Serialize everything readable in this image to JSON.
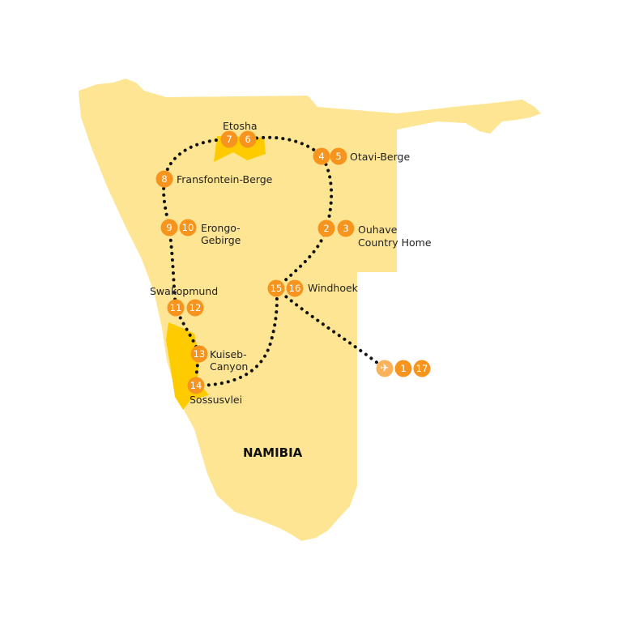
{
  "map": {
    "country": "NAMIBIA",
    "colors": {
      "land": "#fee593",
      "park": "#fecb00",
      "marker": "#f7941d",
      "airport": "#fbb35b",
      "route": "#111111"
    },
    "stops": [
      {
        "id": "2",
        "n": "2"
      },
      {
        "id": "3",
        "n": "3"
      },
      {
        "id": "4",
        "n": "4"
      },
      {
        "id": "5",
        "n": "5"
      },
      {
        "id": "6",
        "n": "6"
      },
      {
        "id": "7",
        "n": "7"
      },
      {
        "id": "8",
        "n": "8"
      },
      {
        "id": "9",
        "n": "9"
      },
      {
        "id": "10",
        "n": "10"
      },
      {
        "id": "11",
        "n": "11"
      },
      {
        "id": "12",
        "n": "12"
      },
      {
        "id": "13",
        "n": "13"
      },
      {
        "id": "14",
        "n": "14"
      },
      {
        "id": "15",
        "n": "15"
      },
      {
        "id": "16",
        "n": "16"
      },
      {
        "id": "1",
        "n": "1"
      },
      {
        "id": "17",
        "n": "17"
      }
    ],
    "labels": {
      "etosha": "Etosha",
      "otavi": "Otavi-Berge",
      "fransfontein": "Fransfontein-Berge",
      "erongo_1": "Erongo-",
      "erongo_2": "Gebirge",
      "ouhave_1": "Ouhave",
      "ouhave_2": "Country Home",
      "windhoek": "Windhoek",
      "swakopmund": "Swakopmund",
      "kuiseb_1": "Kuiseb-",
      "kuiseb_2": "Canyon",
      "sossusvlei": "Sossusvlei"
    },
    "airport_icon": "airplane-icon"
  }
}
